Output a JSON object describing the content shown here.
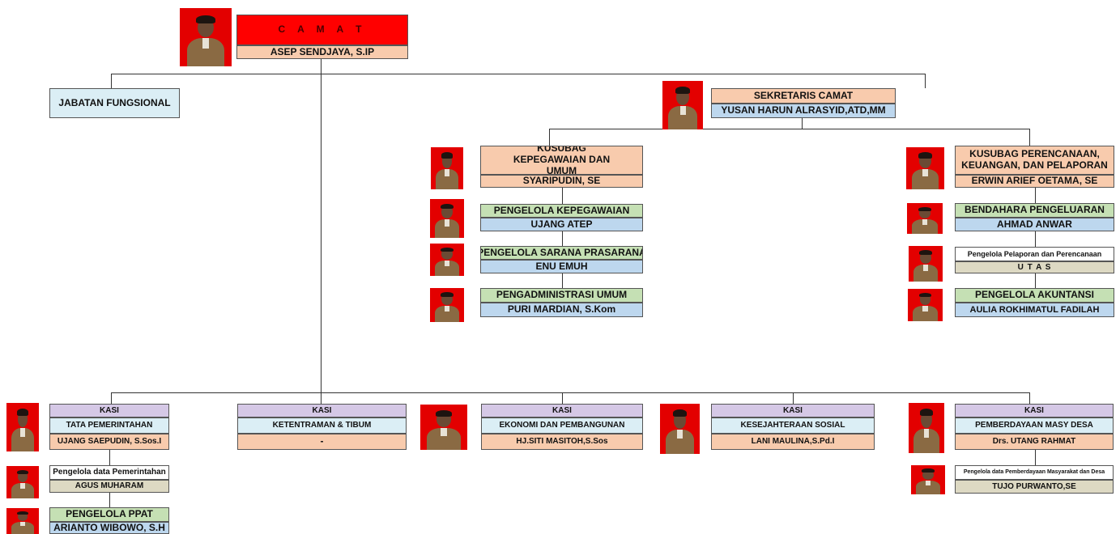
{
  "camat": {
    "title": "C A M A T",
    "name": "ASEP SENDJAYA, S.IP"
  },
  "jabatan_fungsional": "JABATAN FUNGSIONAL",
  "sekcam": {
    "title": "SEKRETARIS CAMAT",
    "name": "YUSAN HARUN ALRASYID,ATD,MM"
  },
  "kepeg": {
    "title": "KUSUBAG KEPEGAWAIAN DAN UMUM",
    "name": "SYARIPUDIN, SE",
    "staff": [
      {
        "title": "PENGELOLA KEPEGAWAIAN",
        "name": "UJANG ATEP"
      },
      {
        "title": "PENGELOLA SARANA PRASARANA",
        "name": "ENU EMUH"
      },
      {
        "title": "PENGADMINISTRASI UMUM",
        "name": "PURI MARDIAN, S.Kom"
      }
    ]
  },
  "renc": {
    "title": "KUSUBAG PERENCANAAN, KEUANGAN, DAN PELAPORAN",
    "name": "ERWIN ARIEF OETAMA, SE",
    "staff": [
      {
        "title": "BENDAHARA PENGELUARAN",
        "name": "AHMAD ANWAR"
      },
      {
        "title": "Pengelola Pelaporan dan  Perencanaan",
        "name": "U T A S"
      },
      {
        "title": "PENGELOLA AKUNTANSI",
        "name": "AULIA ROKHIMATUL FADILAH"
      }
    ]
  },
  "kasi": [
    {
      "head": "KASI",
      "unit": "TATA PEMERINTAHAN",
      "name": "UJANG SAEPUDIN, S.Sos.I"
    },
    {
      "head": "KASI",
      "unit": "KETENTRAMAN & TIBUM",
      "name": "-"
    },
    {
      "head": "KASI",
      "unit": "EKONOMI DAN PEMBANGUNAN",
      "name": "HJ.SITI MASITOH,S.Sos"
    },
    {
      "head": "KASI",
      "unit": "KESEJAHTERAAN SOSIAL",
      "name": "LANI MAULINA,S.Pd.I"
    },
    {
      "head": "KASI",
      "unit": "PEMBERDAYAAN MASY DESA",
      "name": "Drs. UTANG RAHMAT"
    }
  ],
  "pem_staff": [
    {
      "title": "Pengelola data Pemerintahan",
      "name": "AGUS MUHARAM"
    },
    {
      "title": "PENGELOLA PPAT",
      "name": "ARIANTO WIBOWO, S.H"
    }
  ],
  "pmd_staff": {
    "title": "Pengelola data  Pemberdayaan Masyarakat dan Desa",
    "name": "TUJO PURWANTO,SE"
  },
  "colors": {
    "camat_title": "#ff0000",
    "name_peach": "#f8cbad",
    "name_blue": "#bdd7ee",
    "title_green": "#c5e0b4",
    "kasi_lilac": "#d5c8e6",
    "photo_bg": "#e30000"
  }
}
